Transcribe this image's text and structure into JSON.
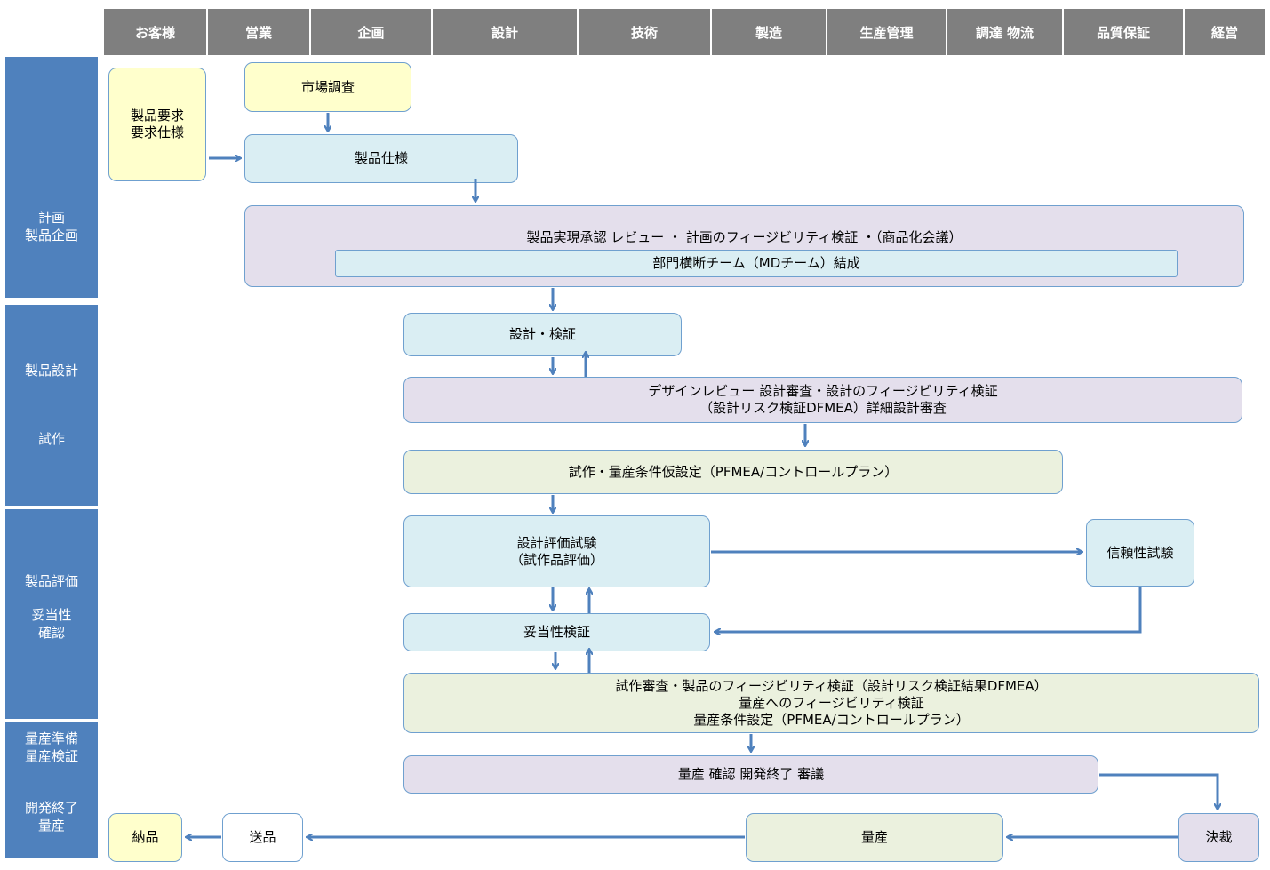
{
  "columns": [
    "お客様",
    "営業",
    "企画",
    "設計",
    "技術",
    "製造",
    "生産管理",
    "調達 物流",
    "品質保証",
    "経営"
  ],
  "phases": {
    "planning": "計画\n製品企画",
    "design": "製品設計",
    "prototype": "試作",
    "evaluation": "製品評価",
    "validation": "妥当性\n確認",
    "mass_prep": "量産準備\n量産検証",
    "dev_end": "開発終了\n量産"
  },
  "boxes": {
    "customer_requirements": "製品要求\n要求仕様",
    "market_research": "市場調査",
    "product_spec": "製品仕様",
    "realization_review": "製品実現承認  レビュー  ・  計画のフィージビリティ検証  ・（商品化会議）",
    "md_team": "部門横断チーム（MDチーム）結成",
    "design_verification": "設計・検証",
    "design_review": "デザインレビュー  設計審査・設計のフィージビリティ検証\n（設計リスク検証DFMEA）詳細設計審査",
    "prototype_conditions": "試作・量産条件仮設定（PFMEA/コントロールプラン）",
    "design_eval_test": "設計評価試験\n（試作品評価）",
    "reliability_test": "信頼性試験",
    "validation_check": "妥当性検証",
    "prototype_review": "試作審査・製品のフィージビリティ検証（設計リスク検証結果DFMEA）\n量産へのフィージビリティ検証\n量産条件設定（PFMEA/コントロールプラン）",
    "mass_production_review": "量産  確認  開発終了  審議",
    "decision": "決裁",
    "mass_production": "量産",
    "shipping": "送品",
    "delivery": "納品"
  },
  "colors": {
    "header": "#7f7f7f",
    "phase": "#4f81bd",
    "arrow": "#4f81bd",
    "yellow": "#ffffcc",
    "blue": "#daeef3",
    "purple": "#e4dfec",
    "green": "#ebf1de"
  }
}
